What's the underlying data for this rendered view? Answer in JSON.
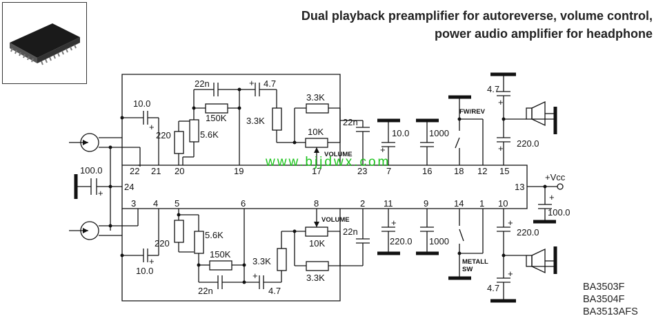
{
  "title": {
    "line1": "Dual playback preamplifier for autoreverse, volume control,",
    "line2": "power audio amplifier for headphone"
  },
  "models": [
    "BA3503F",
    "BA3504F",
    "BA3513AFS"
  ],
  "watermark": "www.bjjdwx.com",
  "ic_pins_top": [
    "22",
    "21",
    "20",
    "19",
    "17",
    "23",
    "7",
    "16",
    "18",
    "12",
    "15"
  ],
  "ic_pins_bottom": [
    "3",
    "4",
    "5",
    "6",
    "8",
    "2",
    "11",
    "9",
    "14",
    "1",
    "10"
  ],
  "ic_pins_side": [
    "24",
    "13"
  ],
  "component_values": {
    "c_10_top": "10.0",
    "c_10_bottom": "10.0",
    "r_220_top": "220",
    "r_220_bottom": "220",
    "r_56k_top": "5.6K",
    "r_56k_bottom": "5.6K",
    "r_150k_top": "150K",
    "r_150k_bottom": "150K",
    "c_22n_top": "22n",
    "c_22n_bottom": "22n",
    "c_47_top": "4.7",
    "c_47_bottom": "4.7",
    "r_33k_top_v": "3.3K",
    "r_33k_top_h": "3.3K",
    "r_33k_bottom_v": "3.3K",
    "r_33k_bottom_h": "3.3K",
    "vr_10k_top": "10K",
    "vr_10k_bottom": "10K",
    "c_22n_out_top": "22n",
    "c_22n_out_bottom": "22n",
    "c_100_left": "100.0",
    "c_10_pin7": "10.0",
    "c_1000_pin16": "1000",
    "c_220_pin11": "220.0",
    "c_1000_pin9": "1000",
    "c_47_hp_top": "4.7",
    "c_220_hp_top": "220.0",
    "c_220_hp_bottom": "220.0",
    "c_47_hp_bottom": "4.7",
    "c_100_vcc": "100.0"
  },
  "labels": {
    "volume_top": "VOLUME",
    "volume_bottom": "VOLUME",
    "fw_rev": "FW/REV",
    "metal_sw_1": "METALL",
    "metal_sw_2": "SW",
    "vcc": "+Vcc",
    "plus": "+"
  }
}
